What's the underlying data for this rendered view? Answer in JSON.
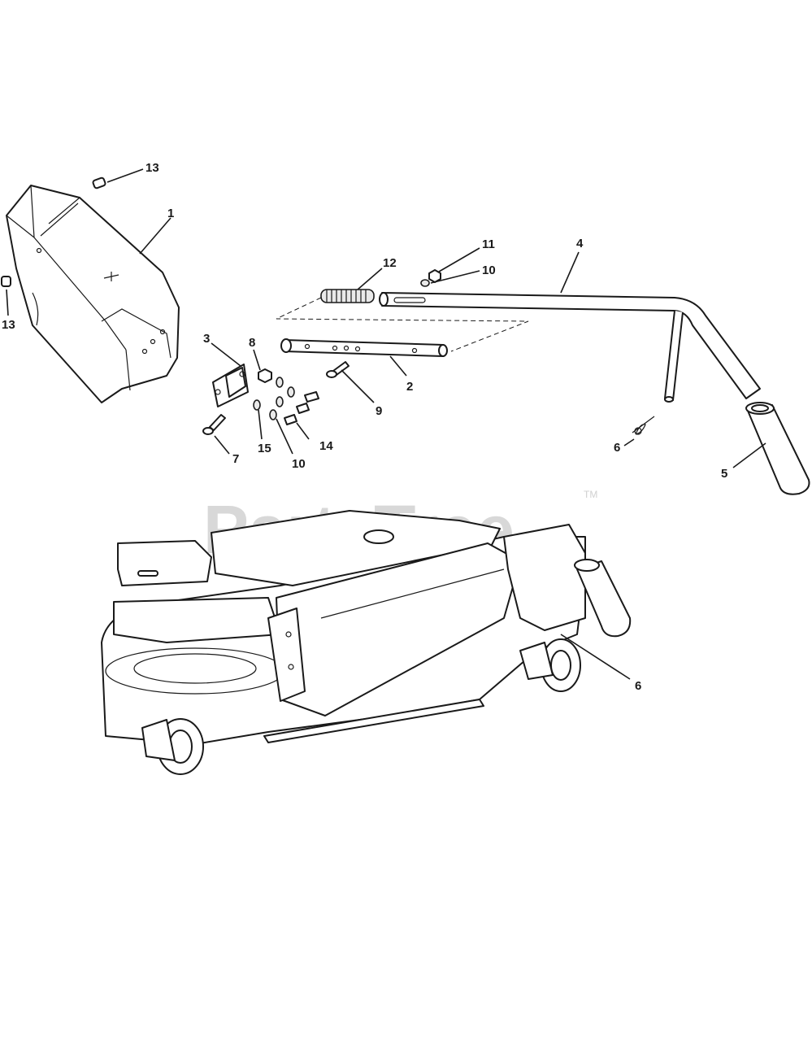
{
  "watermark": {
    "text": "PartsTree",
    "tm": "TM"
  },
  "callouts": {
    "c1": "1",
    "c2": "2",
    "c3": "3",
    "c4": "4",
    "c5": "5",
    "c6a": "6",
    "c6b": "6",
    "c7": "7",
    "c8": "8",
    "c9": "9",
    "c10a": "10",
    "c10b": "10",
    "c11": "11",
    "c12": "12",
    "c13a": "13",
    "c13b": "13",
    "c14": "14",
    "c15": "15"
  }
}
